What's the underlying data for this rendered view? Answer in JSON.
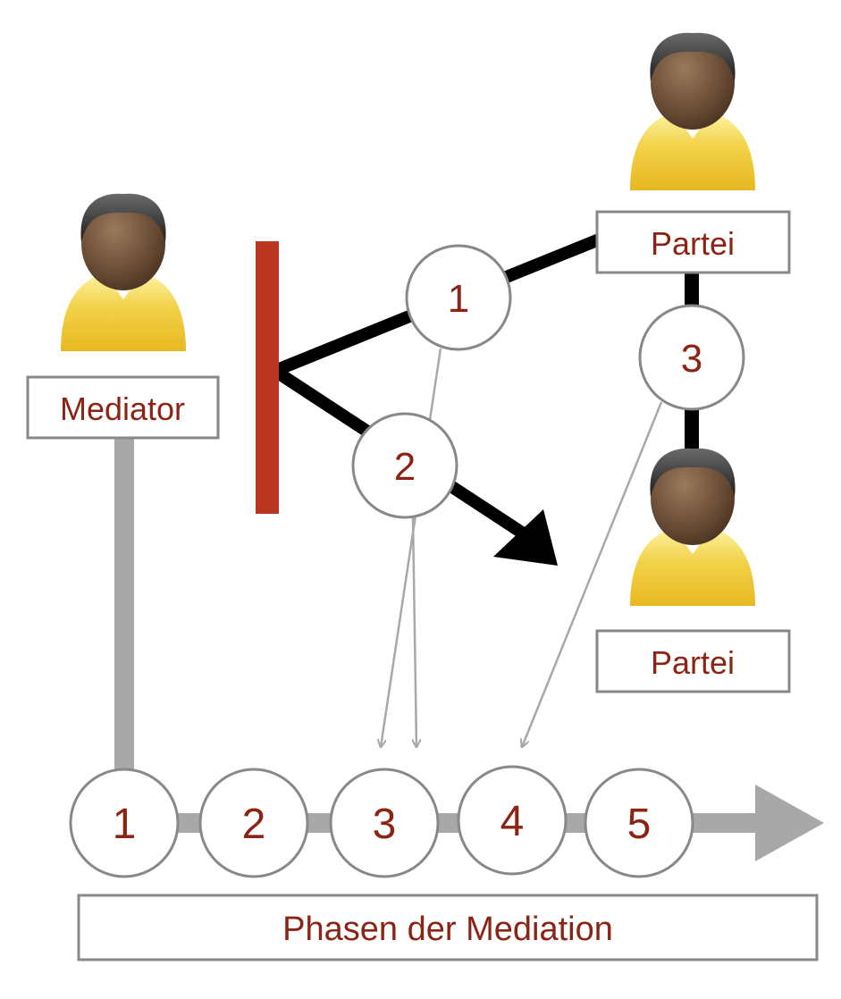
{
  "colors": {
    "label_text": "#8b2414",
    "block_bar": "#b83520",
    "connector_gray": "#a8a8a8",
    "arrow_black": "#000000",
    "circle_stroke": "#888888",
    "box_stroke": "#888888"
  },
  "people": {
    "mediator": {
      "label": "Mediator",
      "icon": "person-icon"
    },
    "party_top": {
      "label": "Partei",
      "icon": "person-icon"
    },
    "party_bottom": {
      "label": "Partei",
      "icon": "person-icon"
    }
  },
  "interaction_steps": [
    {
      "number": "1"
    },
    {
      "number": "2"
    },
    {
      "number": "3"
    }
  ],
  "phases": {
    "title": "Phasen der Mediation",
    "items": [
      "1",
      "2",
      "3",
      "4",
      "5"
    ]
  }
}
